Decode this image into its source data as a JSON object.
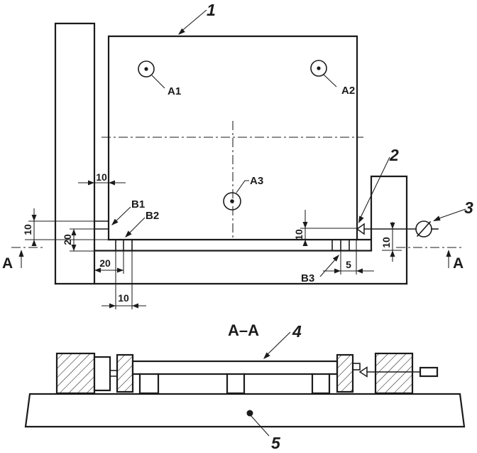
{
  "drawing": {
    "colors": {
      "ink": "#1b1b1b",
      "paper": "#ffffff"
    },
    "part_labels": {
      "plate": "1",
      "stop": "2",
      "clamp": "3",
      "straightedge": "4",
      "surface_plate": "5"
    },
    "support_points": {
      "a1": "A1",
      "a2": "A2",
      "a3": "A3"
    },
    "contact_points": {
      "b1": "B1",
      "b2": "B2",
      "b3": "B3"
    },
    "dimensions": {
      "gap_top": "10",
      "pad_height": "10",
      "pad_to_rail": "20",
      "block_offset": "20",
      "block_width": "10",
      "plate_to_rail": "10",
      "stop_height": "10",
      "edge_clearance": "5"
    },
    "section": {
      "title": "A–A",
      "cut_label_left": "A",
      "cut_label_right": "A"
    }
  }
}
